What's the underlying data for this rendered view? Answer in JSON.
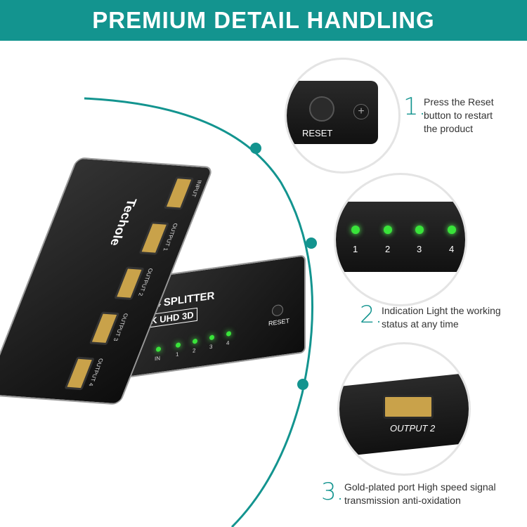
{
  "header": {
    "title": "PREMIUM DETAIL HANDLING"
  },
  "brand": {
    "accent": "#13948f",
    "led_color": "#39e43a"
  },
  "device": {
    "brand": "Techole",
    "model": "1X4 SPLITTER",
    "spec": "4K UHD 3D",
    "ports": [
      "INPUT",
      "OUTPUT 1",
      "OUTPUT 2",
      "OUTPUT 3",
      "OUTPUT 4"
    ],
    "front_labels": [
      "IN",
      "1",
      "2",
      "3",
      "4"
    ],
    "reset": "RESET"
  },
  "features": [
    {
      "number": "1.",
      "text": "Press the Reset button to restart the product",
      "detail_label": "RESET"
    },
    {
      "number": "2.",
      "text": "Indication Light the working status at any  time",
      "detail_labels": [
        "1",
        "2",
        "3",
        "4"
      ]
    },
    {
      "number": "3.",
      "text": "Gold-plated port High speed signal transmission anti-oxidation",
      "detail_label": "OUTPUT 2"
    }
  ]
}
